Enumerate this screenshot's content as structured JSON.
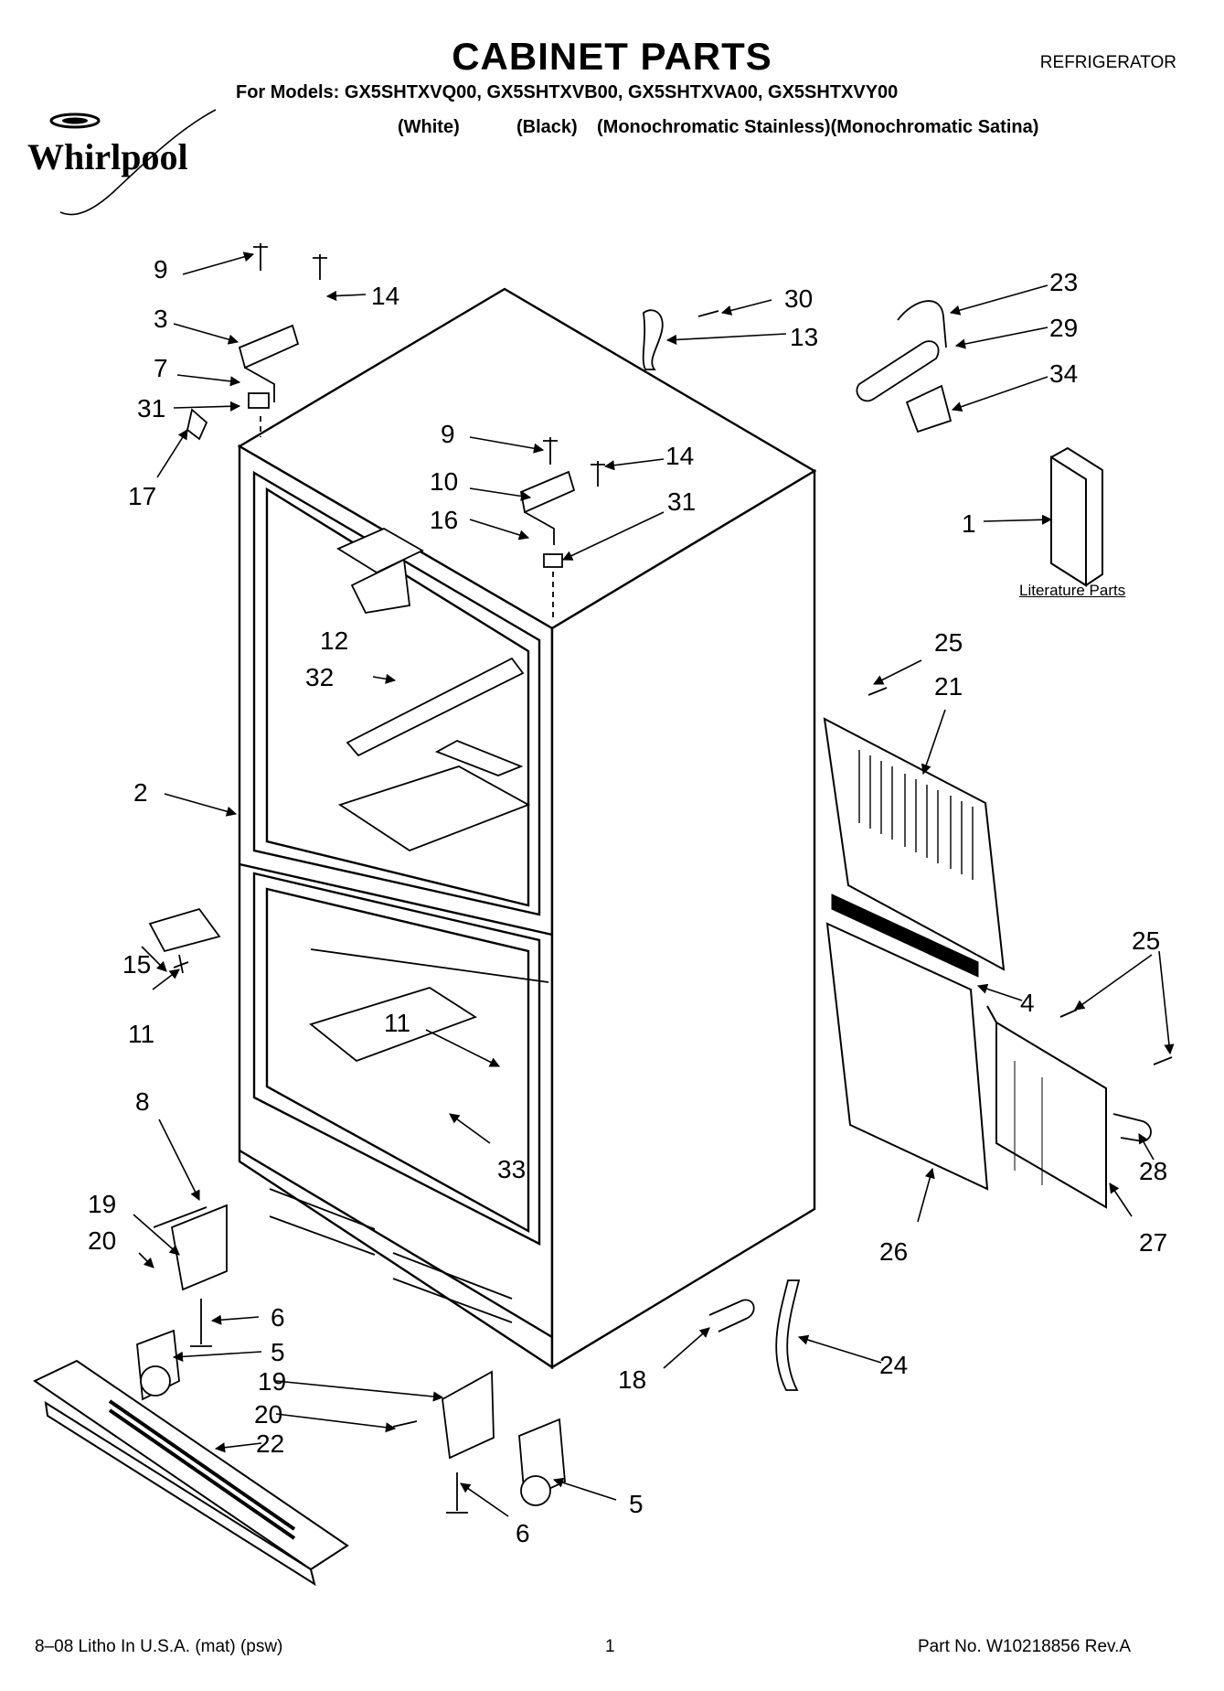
{
  "header": {
    "title": "CABINET PARTS",
    "doc_type": "REFRIGERATOR",
    "models": "For Models: GX5SHTXVQ00, GX5SHTXVB00, GX5SHTXVA00, GX5SHTXVY00",
    "colors": [
      "(White)",
      "(Black)",
      "(Monochromatic Stainless)(Monochromatic Satina)"
    ],
    "brand": "Whirlpool"
  },
  "literature_label": "Literature Parts",
  "callouts": [
    {
      "id": "c9a",
      "text": "9"
    },
    {
      "id": "c14a",
      "text": "14"
    },
    {
      "id": "c3",
      "text": "3"
    },
    {
      "id": "c7",
      "text": "7"
    },
    {
      "id": "c31a",
      "text": "31"
    },
    {
      "id": "c17",
      "text": "17"
    },
    {
      "id": "c30",
      "text": "30"
    },
    {
      "id": "c13",
      "text": "13"
    },
    {
      "id": "c23",
      "text": "23"
    },
    {
      "id": "c29",
      "text": "29"
    },
    {
      "id": "c34",
      "text": "34"
    },
    {
      "id": "c9b",
      "text": "9"
    },
    {
      "id": "c14b",
      "text": "14"
    },
    {
      "id": "c10",
      "text": "10"
    },
    {
      "id": "c16",
      "text": "16"
    },
    {
      "id": "c31b",
      "text": "31"
    },
    {
      "id": "c1",
      "text": "1"
    },
    {
      "id": "c12",
      "text": "12"
    },
    {
      "id": "c32",
      "text": "32"
    },
    {
      "id": "c25a",
      "text": "25"
    },
    {
      "id": "c21",
      "text": "21"
    },
    {
      "id": "c2",
      "text": "2"
    },
    {
      "id": "c15",
      "text": "15"
    },
    {
      "id": "c11a",
      "text": "11"
    },
    {
      "id": "c25b",
      "text": "25"
    },
    {
      "id": "c4",
      "text": "4"
    },
    {
      "id": "c11b",
      "text": "11"
    },
    {
      "id": "c8",
      "text": "8"
    },
    {
      "id": "c28",
      "text": "28"
    },
    {
      "id": "c33",
      "text": "33"
    },
    {
      "id": "c19a",
      "text": "19"
    },
    {
      "id": "c20a",
      "text": "20"
    },
    {
      "id": "c26",
      "text": "26"
    },
    {
      "id": "c27",
      "text": "27"
    },
    {
      "id": "c6a",
      "text": "6"
    },
    {
      "id": "c5a",
      "text": "5"
    },
    {
      "id": "c18",
      "text": "18"
    },
    {
      "id": "c24",
      "text": "24"
    },
    {
      "id": "c19b",
      "text": "19"
    },
    {
      "id": "c20b",
      "text": "20"
    },
    {
      "id": "c22",
      "text": "22"
    },
    {
      "id": "c5b",
      "text": "5"
    },
    {
      "id": "c6b",
      "text": "6"
    }
  ],
  "footer": {
    "litho": "8–08 Litho In U.S.A. (mat) (psw)",
    "page": "1",
    "part_no": "Part No. W10218856 Rev.A"
  }
}
